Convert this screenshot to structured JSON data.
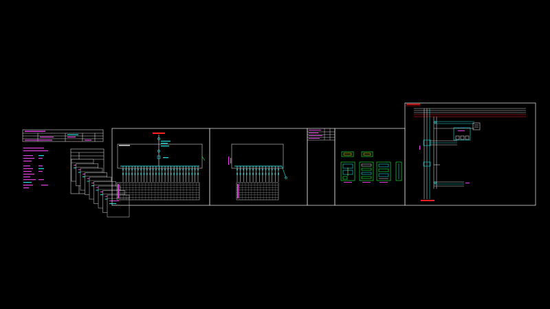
{
  "viewport": {
    "background": "#000000"
  },
  "colors": {
    "frame": "#d8d8d8",
    "frame_dim": "#9a9a9a",
    "wire": "#ffffff",
    "accent_red": "#ff2020",
    "accent_cyan": "#20e0e0",
    "accent_green": "#20ff40",
    "accent_magenta": "#e040e0",
    "accent_yellow": "#e0e020"
  },
  "sheets": [
    {
      "id": "cover-notes",
      "kind": "notes-and-tables"
    },
    {
      "id": "sld-1",
      "kind": "single-line-diagram",
      "feeder_count": 26
    },
    {
      "id": "sld-2",
      "kind": "single-line-diagram",
      "feeder_count": 14
    },
    {
      "id": "equipment-list",
      "kind": "table"
    },
    {
      "id": "cabinet-layouts",
      "kind": "cabinet-elevations",
      "cabinet_count": 4
    },
    {
      "id": "control-schematic",
      "kind": "control-circuit"
    }
  ]
}
